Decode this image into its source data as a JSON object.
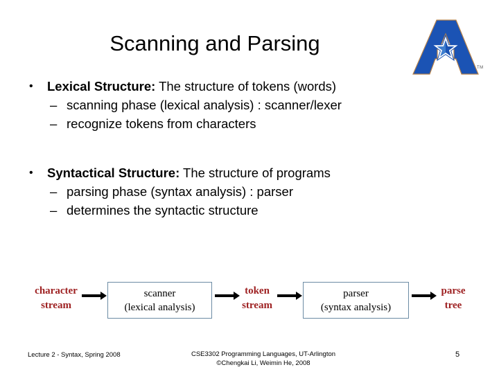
{
  "slide": {
    "title": "Scanning and Parsing",
    "logo": {
      "name": "uta-a-star-logo",
      "trademark": "TM",
      "blue": "#1B53B4",
      "outline": "#B5814A"
    }
  },
  "body": {
    "groups": [
      {
        "marker": "•",
        "lead": "Lexical Structure:",
        "rest": " The structure of tokens (words)",
        "subs": [
          {
            "marker": "–",
            "text": "scanning phase (lexical analysis) : scanner/lexer"
          },
          {
            "marker": "–",
            "text": "recognize tokens from characters"
          }
        ]
      },
      {
        "marker": "•",
        "lead": "Syntactical Structure:",
        "rest": " The structure of programs",
        "subs": [
          {
            "marker": "–",
            "text": "parsing phase (syntax analysis) : parser"
          },
          {
            "marker": "–",
            "text": "determines the syntactic structure"
          }
        ]
      }
    ]
  },
  "diagram": {
    "label_color": "#9E2122",
    "box_border_color": "#6B8BA4",
    "arrow_color": "#000000",
    "labels": [
      {
        "line1": "character",
        "line2": "stream"
      },
      {
        "line1": "token",
        "line2": "stream"
      },
      {
        "line1": "parse",
        "line2": "tree"
      }
    ],
    "boxes": [
      {
        "line1": "scanner",
        "line2": "(lexical analysis)"
      },
      {
        "line1": "parser",
        "line2": "(syntax analysis)"
      }
    ]
  },
  "footer": {
    "left": "Lecture 2 - Syntax, Spring 2008",
    "center_line1": "CSE3302 Programming Languages, UT-Arlington",
    "center_line2": "©Chengkai Li, Weimin He, 2008",
    "page_number": "5"
  }
}
